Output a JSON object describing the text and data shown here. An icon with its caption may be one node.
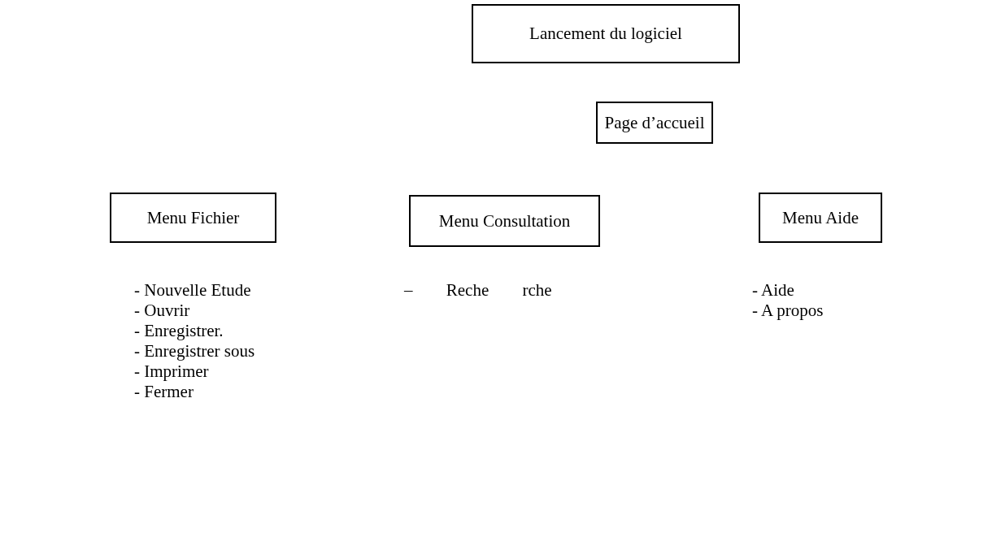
{
  "diagram": {
    "nodes": [
      {
        "text": [
          "Lancement du logiciel"
        ]
      },
      {
        "text": [
          "Page d’accueil"
        ]
      },
      {
        "text": [
          "Menu Fichier"
        ]
      },
      {
        "text": [
          "Menu Consultation"
        ]
      },
      {
        "text": [
          "Menu Aide"
        ]
      }
    ],
    "labels": [
      "- Nouvelle Etude",
      "- Ouvrir",
      "- Enregistrer.",
      "- Enregistrer sous",
      "- Imprimer",
      "- Fermer",
      "– Reche rche",
      "- Aide",
      "- A propos"
    ]
  }
}
